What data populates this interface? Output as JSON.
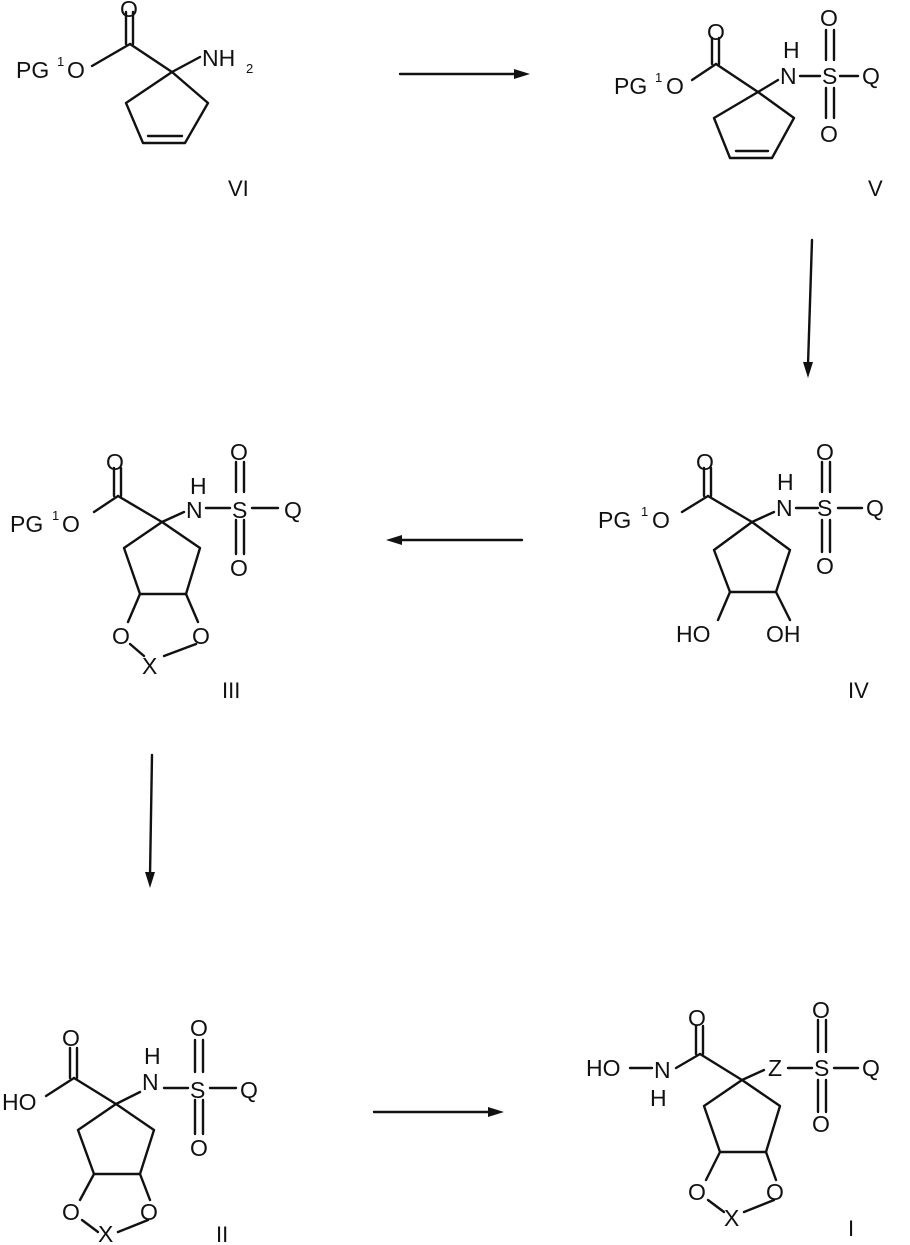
{
  "compounds": [
    {
      "id": "VI",
      "label": "VI",
      "pg": "PG",
      "pg_sup": "1",
      "o": "O",
      "carbonyl_o": "O",
      "nh2": "NH",
      "nh2_sub": "2"
    },
    {
      "id": "V",
      "label": "V",
      "pg": "PG",
      "pg_sup": "1",
      "o": "O",
      "carbonyl_o": "O",
      "h": "H",
      "n": "N",
      "s": "S",
      "o_top": "O",
      "o_bottom": "O",
      "q": "Q"
    },
    {
      "id": "IV",
      "label": "IV",
      "pg": "PG",
      "pg_sup": "1",
      "o": "O",
      "carbonyl_o": "O",
      "h": "H",
      "n": "N",
      "s": "S",
      "o_top": "O",
      "o_bottom": "O",
      "q": "Q",
      "oh_left": "HO",
      "oh_right": "OH"
    },
    {
      "id": "III",
      "label": "III",
      "pg": "PG",
      "pg_sup": "1",
      "o": "O",
      "carbonyl_o": "O",
      "h": "H",
      "n": "N",
      "s": "S",
      "o_top": "O",
      "o_bottom": "O",
      "q": "Q",
      "ring_o_left": "O",
      "ring_o_right": "O",
      "x": "X"
    },
    {
      "id": "II",
      "label": "II",
      "ho": "HO",
      "carbonyl_o": "O",
      "h": "H",
      "n": "N",
      "s": "S",
      "o_top": "O",
      "o_bottom": "O",
      "q": "Q",
      "ring_o_left": "O",
      "ring_o_right": "O",
      "x": "X"
    },
    {
      "id": "I",
      "label": "I",
      "ho": "HO",
      "n": "N",
      "h": "H",
      "carbonyl_o": "O",
      "z": "Z",
      "s": "S",
      "o_top": "O",
      "o_bottom": "O",
      "q": "Q",
      "ring_o_left": "O",
      "ring_o_right": "O",
      "x": "X"
    }
  ]
}
